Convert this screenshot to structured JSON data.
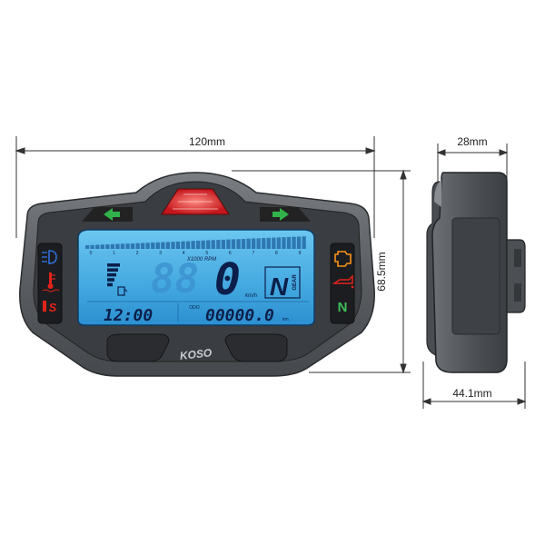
{
  "dimensions": {
    "width_label": "120mm",
    "depth_label": "28mm",
    "height_label": "68.5mm",
    "side_bottom_label": "44.1mm"
  },
  "display": {
    "rpm_unit_label": "X1000 RPM",
    "rpm_ticks": [
      "0",
      "1",
      "2",
      "3",
      "4",
      "5",
      "6",
      "7",
      "8",
      "9"
    ],
    "speed_ghost": "88",
    "speed_value": "0",
    "speed_unit": "km/h",
    "gear_value": "N",
    "gear_label": "GEAR",
    "clock": "12:00",
    "odo_label": "ODO",
    "odo_value": "00000.0",
    "odo_unit": "km"
  },
  "brand": {
    "logo_text": "KOSO"
  },
  "indicators": {
    "neutral_letter": "N",
    "left": [
      "headlight-icon",
      "temperature-icon",
      "fuel-s-icon"
    ],
    "right": [
      "engine-check-icon",
      "oil-pressure-icon",
      "neutral-icon"
    ]
  },
  "colors": {
    "body": "#5b5e62",
    "bezel": "#2e3034",
    "lcd": "#4fb3e6",
    "lcd_dark": "#1a74b6",
    "segment": "#0b1f4a",
    "turn_signal": "#31b24a",
    "warning": "#e2231a",
    "engine": "#f7941d",
    "neutral": "#3fbf5a"
  }
}
